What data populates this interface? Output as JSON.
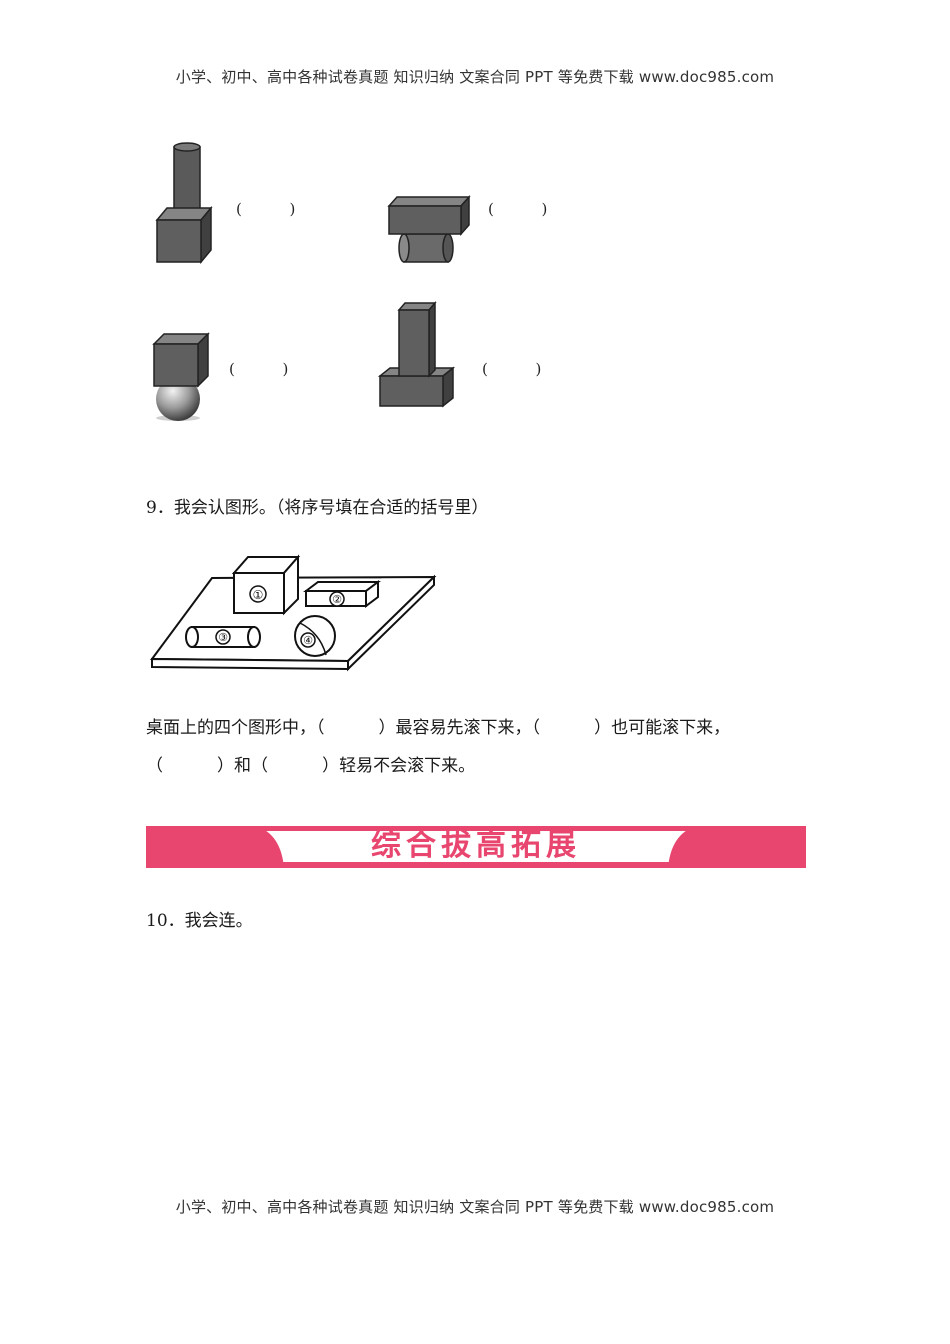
{
  "header": {
    "text": "小学、初中、高中各种试卷真题 知识归纳 文案合同 PPT 等免费下载   www.doc985.com"
  },
  "figures_q8": {
    "paren": "(          )"
  },
  "q9": {
    "title": "9．我会认图形。（将序号填在合适的括号里）",
    "labels": [
      "①",
      "②",
      "③",
      "④"
    ],
    "line1_a": "桌面上的四个图形中，（",
    "line1_b": "）最容易先滚下来，（",
    "line1_c": "）也可能滚下来，",
    "line2_a": "（",
    "line2_b": "）和（",
    "line2_c": "）轻易不会滚下来。"
  },
  "banner": {
    "title": "综合拔高拓展",
    "color": "#e8466f"
  },
  "q10": {
    "title": "10．我会连。"
  },
  "footer": {
    "text": "小学、初中、高中各种试卷真题 知识归纳 文案合同 PPT 等免费下载   www.doc985.com"
  }
}
